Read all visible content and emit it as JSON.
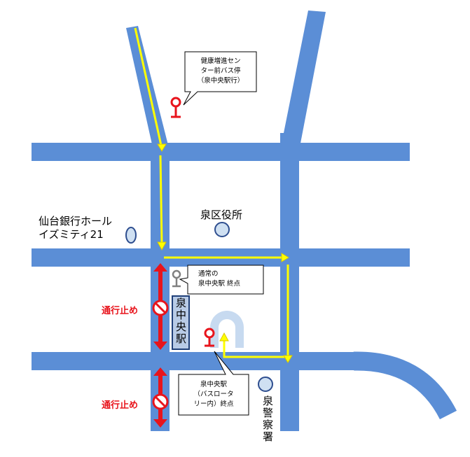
{
  "colors": {
    "road": "#5b8ed6",
    "route": "#ffff00",
    "route_outline": "#d9c800",
    "closure": "#e8141c",
    "landmark_fill": "#cfe0f2",
    "landmark_stroke": "#2e4e8f",
    "rotary": "#c7daf0",
    "bus_stop_active": "#e8141c",
    "bus_stop_normal": "#808080"
  },
  "icons": {
    "bus_stop": "bus-stop-pole-icon",
    "no_entry": "no-entry-icon",
    "landmark": "landmark-circle-icon",
    "arrow": "route-arrow-icon"
  },
  "callouts": {
    "kenko": [
      "健康増進セン",
      "ター前バス停",
      "（泉中央駅行）"
    ],
    "normal": [
      "通常の",
      "泉中央駅 終点"
    ],
    "rotary": [
      "泉中央駅",
      "（バスロータ",
      "リー内）終点"
    ]
  },
  "labels": {
    "hall": [
      "仙台銀行ホール",
      "イズミティ21"
    ],
    "ward_office": "泉区役所",
    "station": "泉中央駅",
    "police": "泉警察署",
    "closure_1": "通行止め",
    "closure_2": "通行止め"
  }
}
